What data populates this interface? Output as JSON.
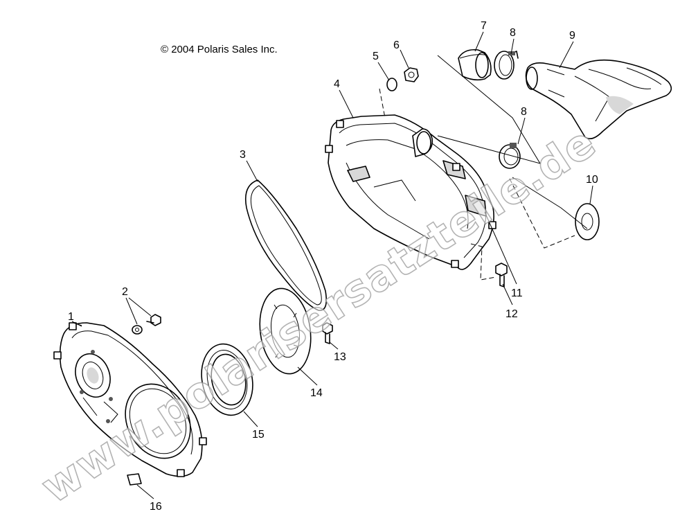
{
  "copyright": "© 2004 Polaris Sales Inc.",
  "watermark": "www.polarisersatzteile.de",
  "callouts": {
    "c1": "1",
    "c2": "2",
    "c3": "3",
    "c4": "4",
    "c5": "5",
    "c6": "6",
    "c7": "7",
    "c8a": "8",
    "c8b": "8",
    "c9": "9",
    "c10": "10",
    "c11": "11",
    "c12": "12",
    "c13": "13",
    "c14": "14",
    "c15": "15",
    "c16": "16"
  }
}
